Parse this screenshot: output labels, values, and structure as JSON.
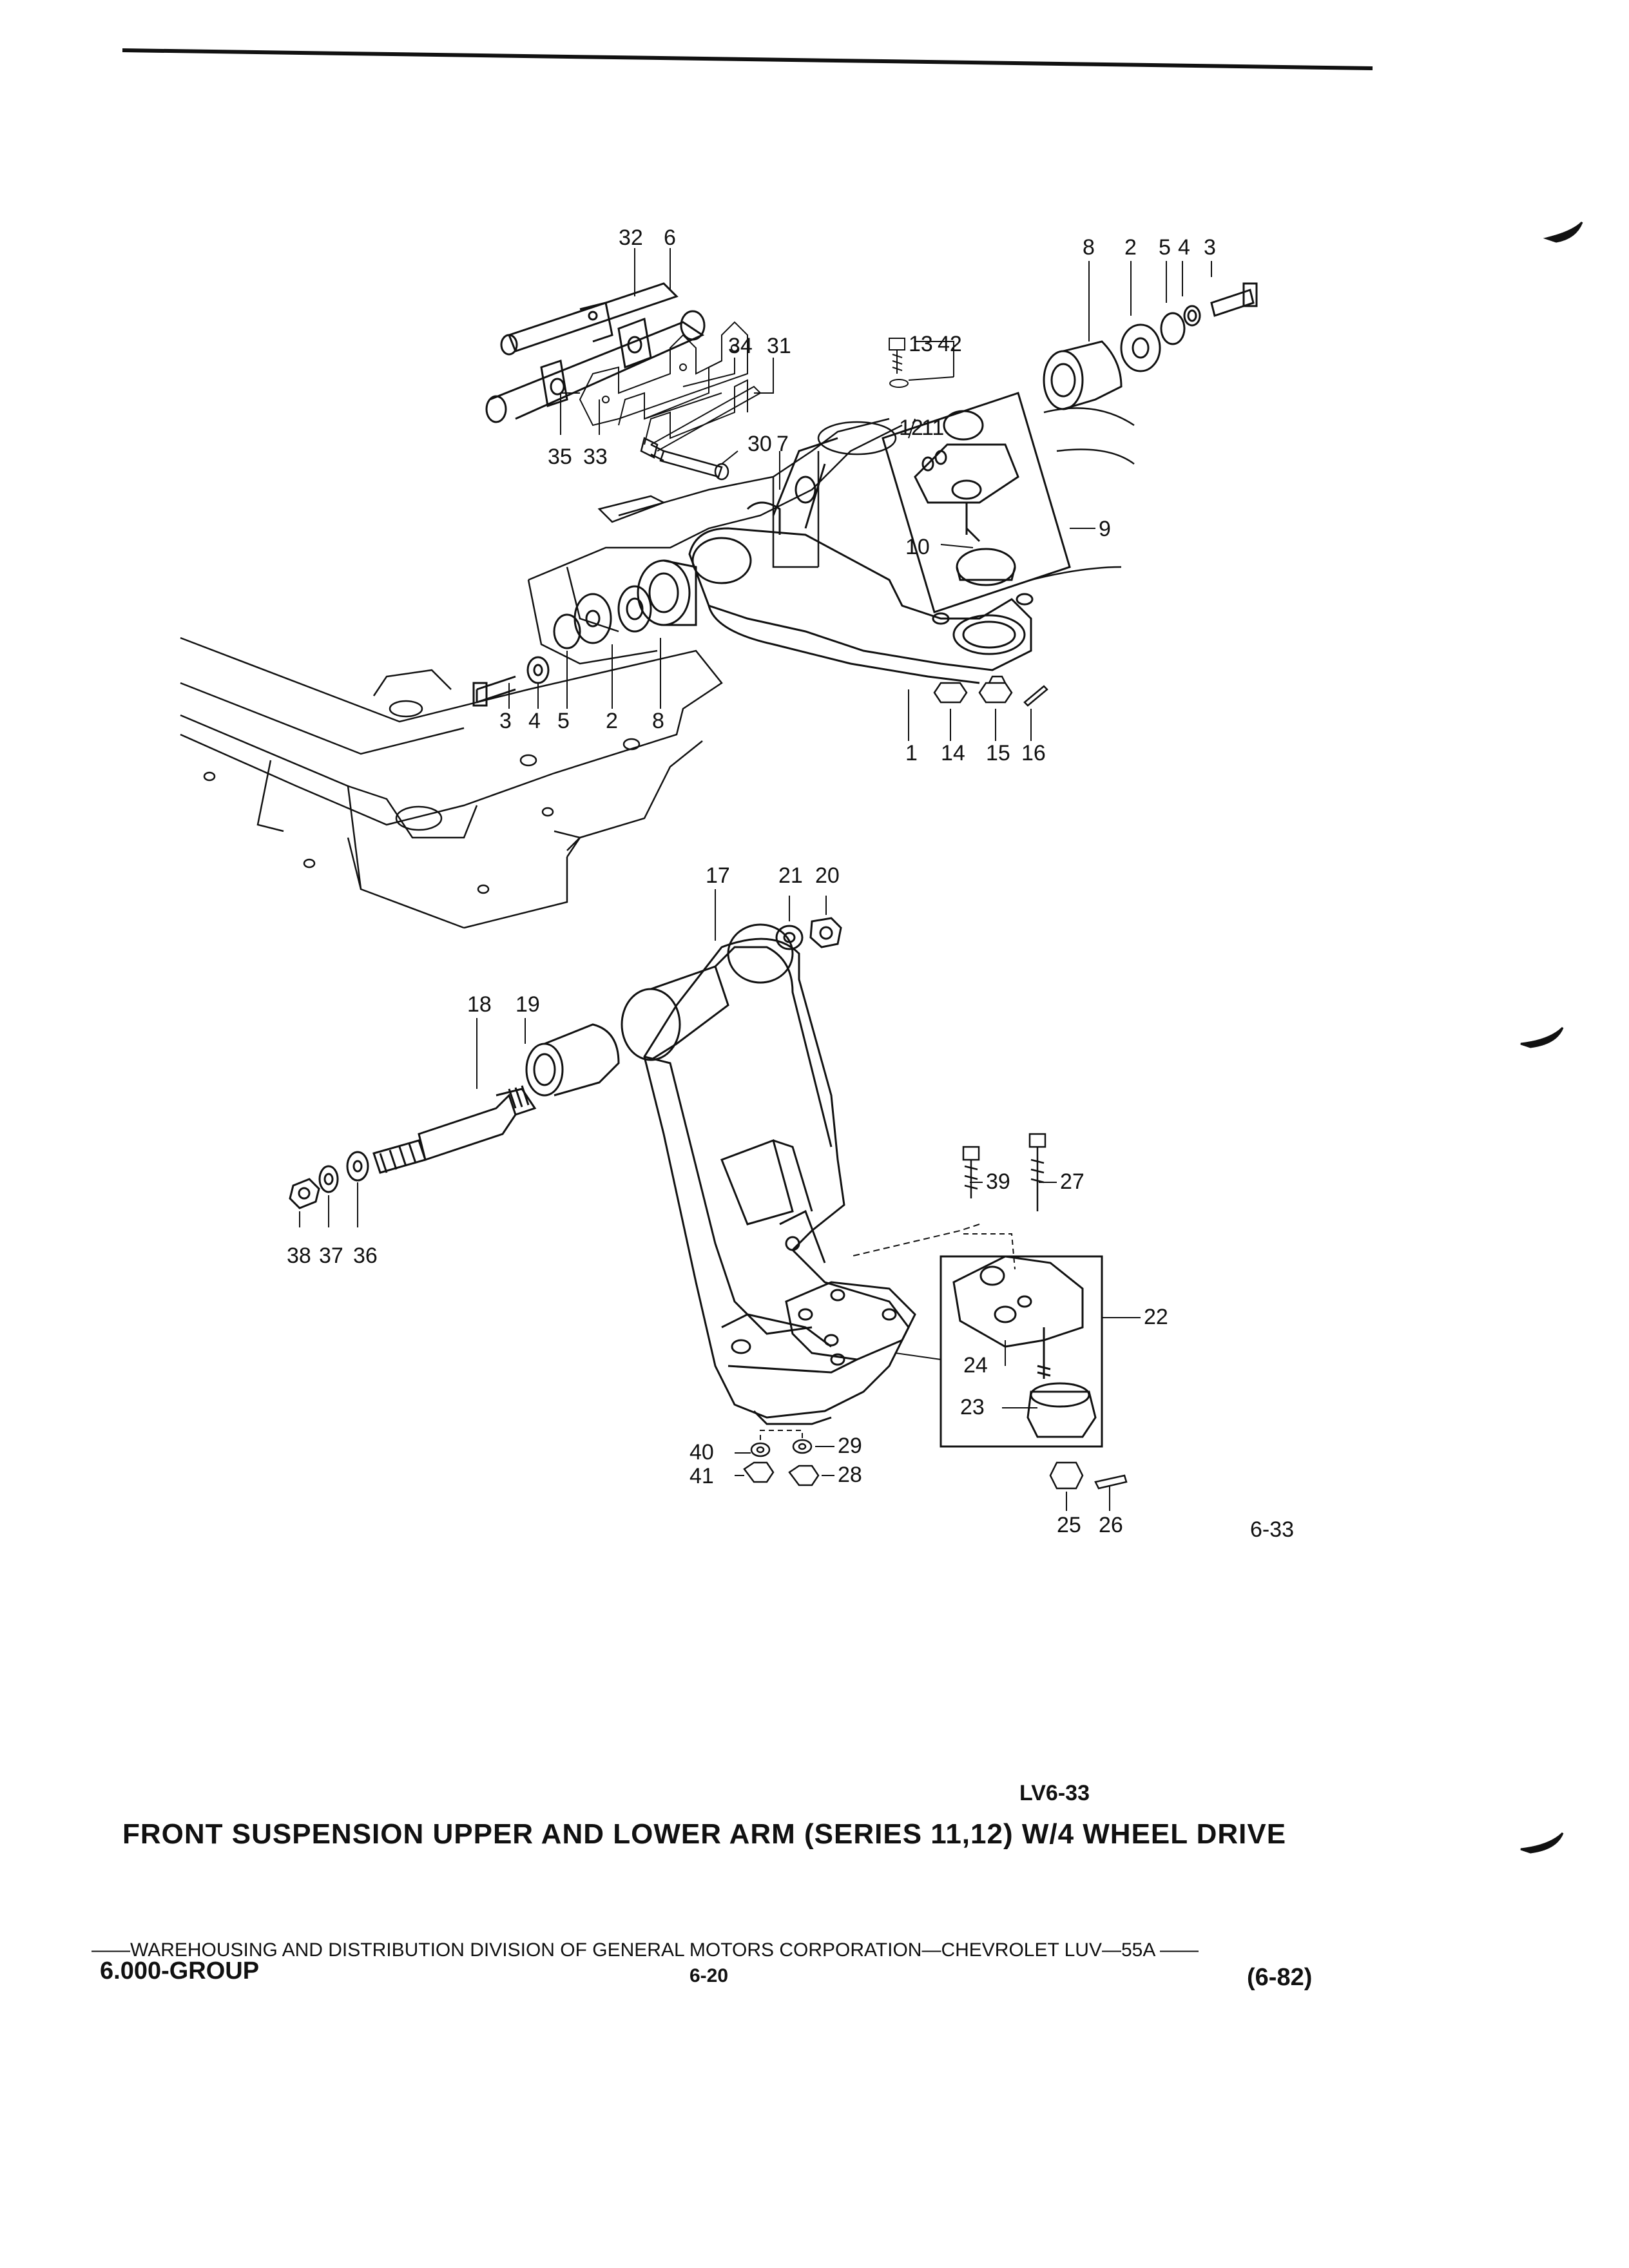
{
  "caption": {
    "title": "FRONT SUSPENSION UPPER AND LOWER ARM (SERIES 11,12) W/4 WHEEL DRIVE",
    "figure_code": "LV6-33",
    "figure_number": "6-33"
  },
  "footer": {
    "division_line": "——WAREHOUSING AND DISTRIBUTION  DIVISION OF GENERAL MOTORS CORPORATION—CHEVROLET LUV—55A  ——",
    "group": "6.000-GROUP",
    "page": "6-20",
    "date": "(6-82)"
  },
  "callouts": [
    "32",
    "6",
    "8",
    "2",
    "5",
    "4",
    "3",
    "34",
    "31",
    "13",
    "42",
    "12",
    "11",
    "30",
    "7",
    "35",
    "33",
    "10",
    "9",
    "3",
    "4",
    "5",
    "2",
    "8",
    "1",
    "14",
    "15",
    "16",
    "17",
    "21",
    "20",
    "18",
    "19",
    "38",
    "37",
    "36",
    "39",
    "27",
    "22",
    "24",
    "23",
    "40",
    "29",
    "41",
    "28",
    "25",
    "26"
  ]
}
